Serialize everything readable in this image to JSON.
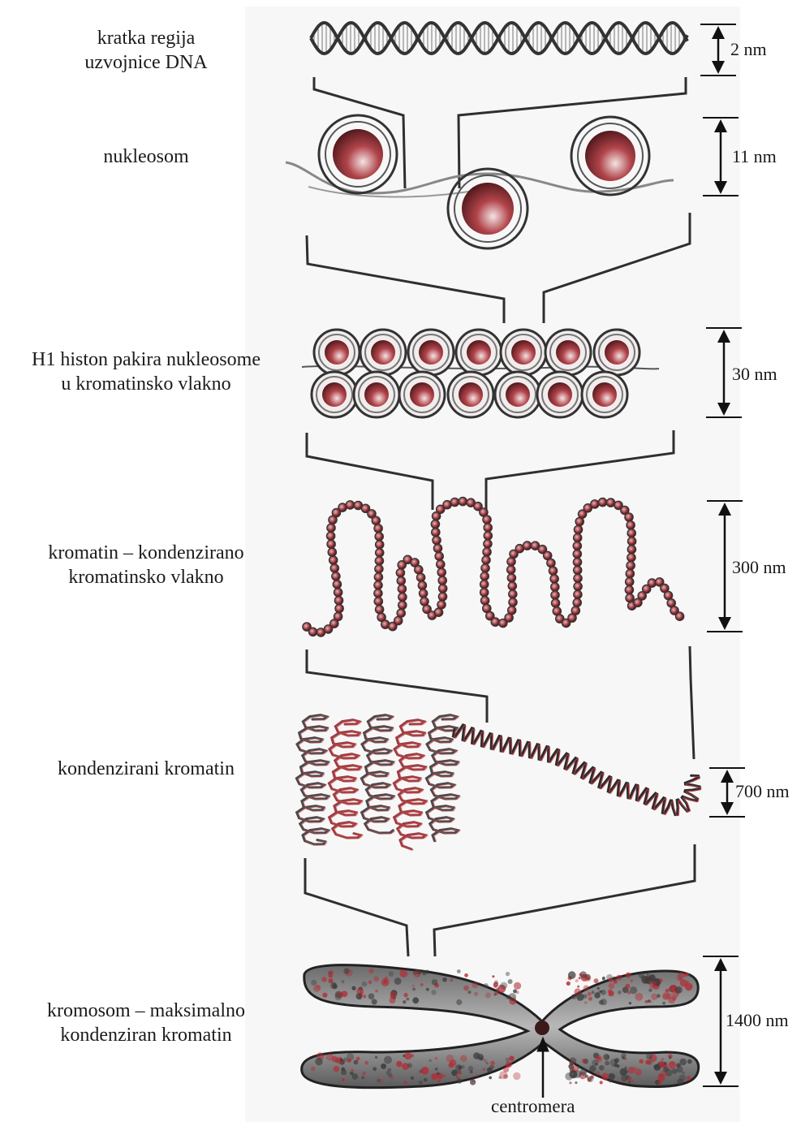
{
  "stages": [
    {
      "id": "dna",
      "label_lines": [
        "kratka regija",
        "uzvojnice DNA"
      ],
      "size": "2 nm"
    },
    {
      "id": "nucleosome",
      "label_lines": [
        "nukleosom"
      ],
      "size": "11 nm"
    },
    {
      "id": "fiber30",
      "label_lines": [
        "H1 histon pakira nukleosome",
        "u kromatinsko vlakno"
      ],
      "size": "30 nm"
    },
    {
      "id": "fiber300",
      "label_lines": [
        "kromatin – kondenzirano",
        "kromatinsko vlakno"
      ],
      "size": "300 nm"
    },
    {
      "id": "condensed",
      "label_lines": [
        "kondenzirani kromatin"
      ],
      "size": "700 nm"
    },
    {
      "id": "chromosome",
      "label_lines": [
        "kromosom – maksimalno",
        "kondenziran kromatin"
      ],
      "size": "1400 nm"
    }
  ],
  "centromere_label": "centromera",
  "colors": {
    "ink": "#2a2a2a",
    "red": "#8e1d22",
    "red_light": "#c64a4f",
    "panel": "#f7f7f7"
  }
}
